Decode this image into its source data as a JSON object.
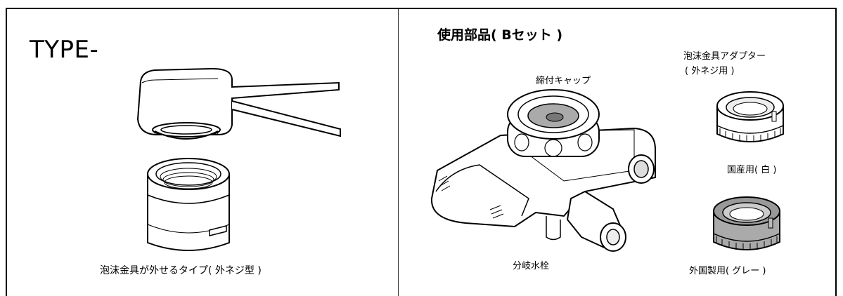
{
  "left_panel": {
    "type_title": "TYPE-",
    "caption": "泡沫金具が外せるタイプ( 外ネジ型 )"
  },
  "right_panel": {
    "parts_title": "使用部品( Bセット )",
    "adapter_label_line1": "泡沫金具アダプター",
    "adapter_label_line2": "( 外ネジ用 )",
    "cap_label": "締付キャップ",
    "valve_label": "分岐水栓",
    "domestic_label": "国産用( 白 )",
    "foreign_label": "外国製用( グレー )"
  }
}
